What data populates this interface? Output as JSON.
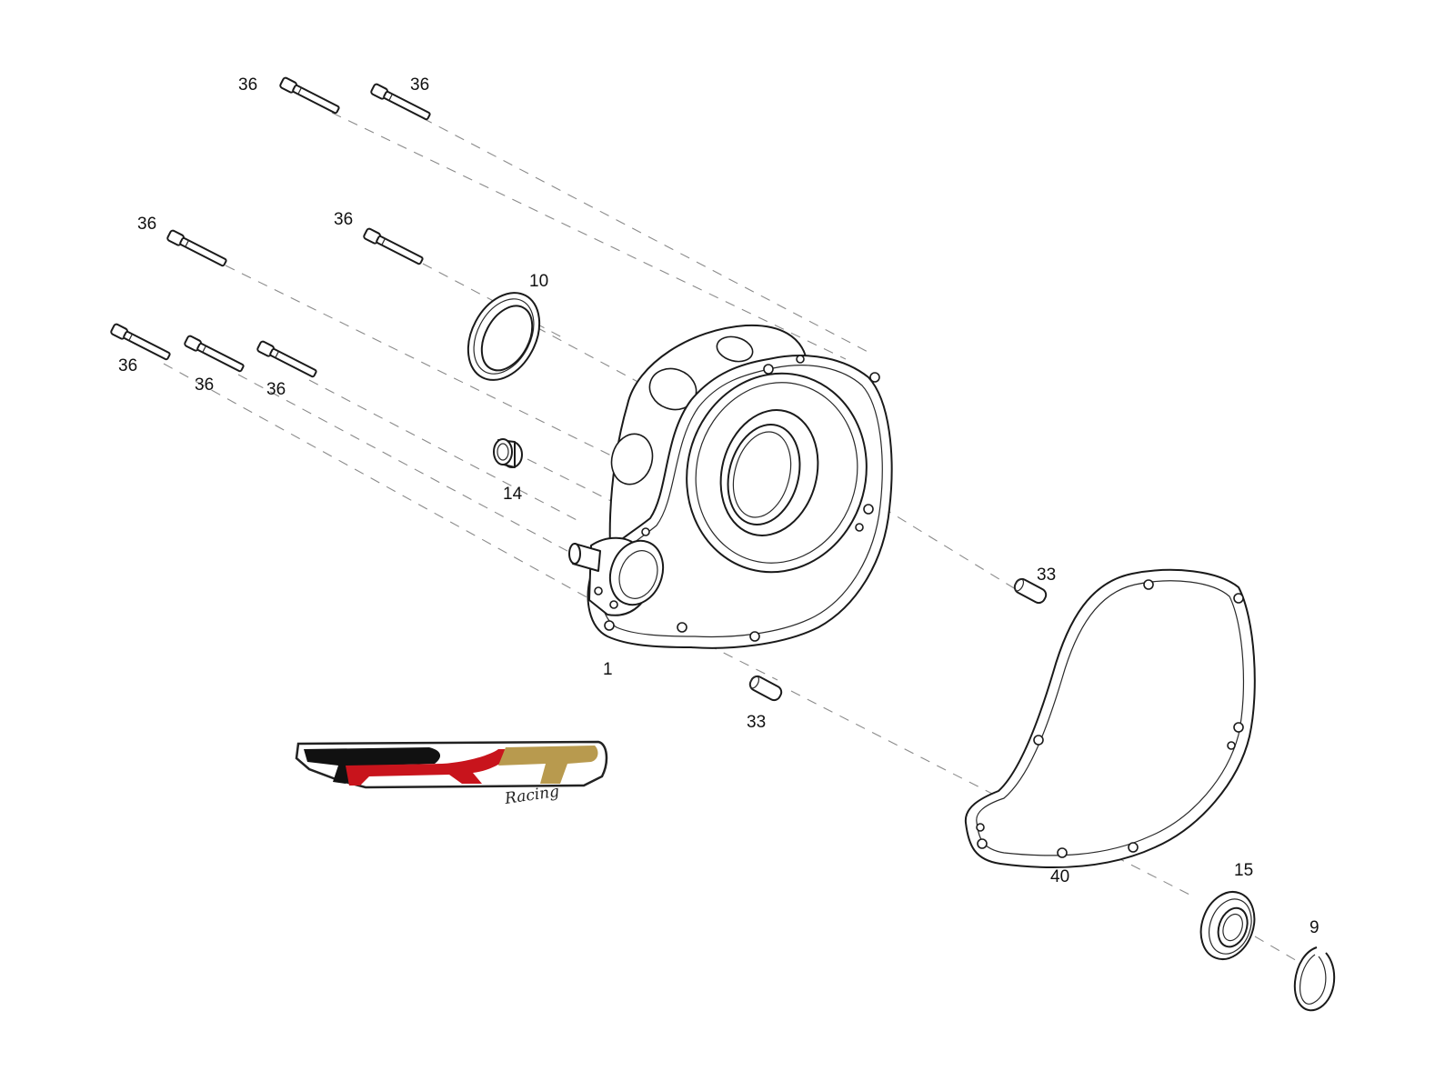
{
  "callouts": {
    "bolt_1": "36",
    "bolt_2": "36",
    "bolt_3": "36",
    "bolt_4": "36",
    "bolt_5": "36",
    "bolt_6": "36",
    "bolt_7": "36",
    "oil_seal": "10",
    "bushing": "14",
    "cover": "1",
    "dowel_upper": "33",
    "dowel_lower": "33",
    "gasket": "40",
    "bearing": "15",
    "circlip": "9"
  },
  "logo": {
    "text": "DRT",
    "subtext": "Racing",
    "colors": {
      "black": "#111111",
      "red": "#c8141c",
      "gold": "#b89a4e"
    }
  }
}
